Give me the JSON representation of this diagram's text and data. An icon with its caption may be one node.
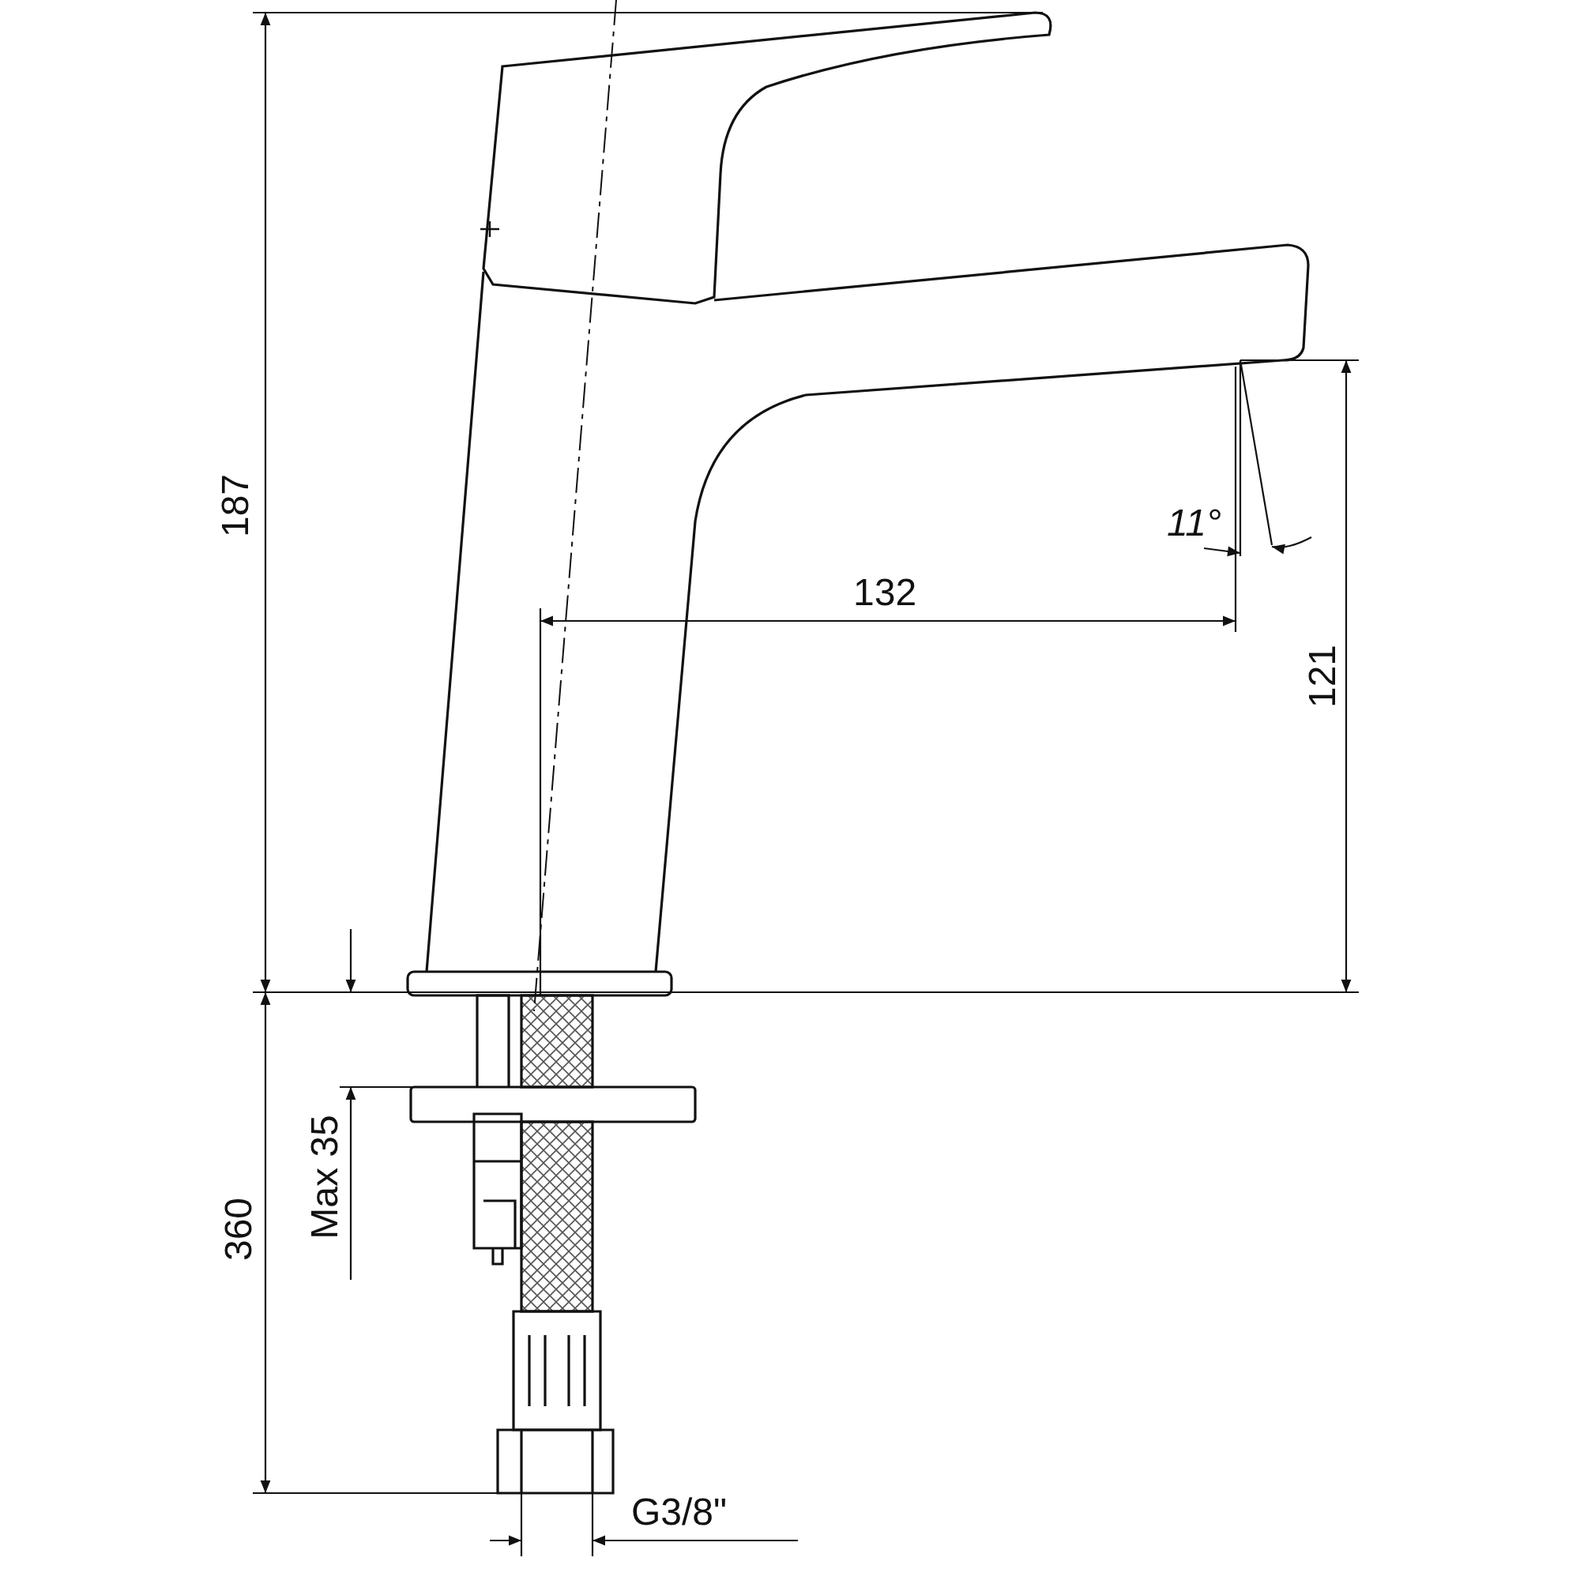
{
  "diagram": {
    "labels": [
      "187",
      "11°",
      "132",
      "121",
      "360",
      "Max 35",
      "G3/8\""
    ]
  }
}
